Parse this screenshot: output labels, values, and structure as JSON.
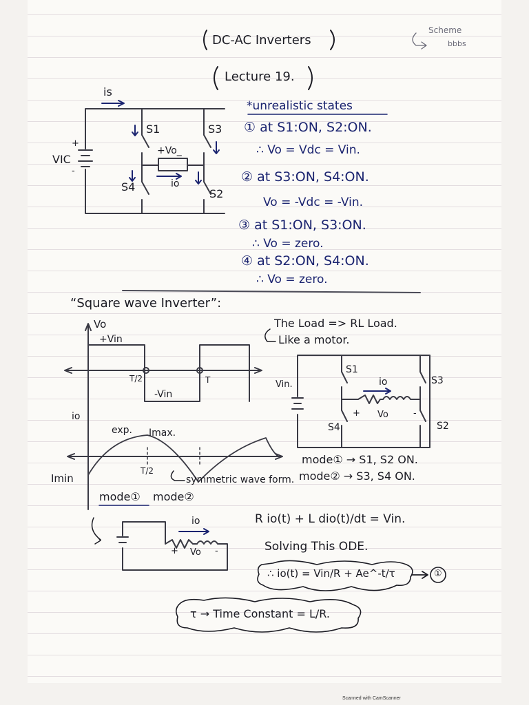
{
  "header": {
    "title": "DC-AC Inverters",
    "lecture": "Lecture 19.",
    "corner_note_line1": "Scheme",
    "corner_note_line2": "bbbs"
  },
  "circuit1": {
    "current_label": "is",
    "source_label": "VIC",
    "plus_sign": "+",
    "minus_sign": "-",
    "s1": "S1",
    "s2": "S2",
    "s3": "S3",
    "s4": "S4",
    "load_voltage": "+Vo_",
    "load_current": "io"
  },
  "states": {
    "heading": "*unrealistic states",
    "items": [
      {
        "line": "① at S1:ON, S2:ON.",
        "result": "∴ Vo = Vdc = Vin."
      },
      {
        "line": "② at S3:ON, S4:ON.",
        "result": "Vo = -Vdc = -Vin."
      },
      {
        "line": "③ at S1:ON, S3:ON.",
        "result": "∴ Vo = zero."
      },
      {
        "line": "④ at S2:ON, S4:ON.",
        "result": "∴ Vo = zero."
      }
    ]
  },
  "square_wave": {
    "heading": "“Square wave Inverter”:",
    "vo_axis": "Vo",
    "plus_vin": "+Vin",
    "minus_vin": "-Vin",
    "t_half": "T/2",
    "t_full": "T",
    "io_axis": "io",
    "exp_label": "exp.",
    "imax": "Imax.",
    "imin": "Imin",
    "t_half2": "T/2",
    "symmetric": "symmetric wave form."
  },
  "load_note": {
    "line1": "The Load => RL Load.",
    "line2": "Like a motor."
  },
  "circuit2": {
    "source": "Vin.",
    "s1": "S1",
    "s2": "S2",
    "s3": "S3",
    "s4": "S4",
    "current": "io",
    "plus": "+",
    "vo": "Vo",
    "minus": "-"
  },
  "modes": {
    "mode1": "mode① → S1, S2 ON.",
    "mode2": "mode② → S3, S4 ON.",
    "mode_label1": "mode①",
    "mode_label2": "mode②"
  },
  "circuit3": {
    "current": "io",
    "plus": "+",
    "vo": "Vo",
    "minus": "-"
  },
  "equations": {
    "ode": "R io(t) + L dio(t)/dt = Vin.",
    "solving": "Solving This ODE.",
    "solution": "∴ io(t) = Vin/R + Ae^-t/τ",
    "eq_number": "①",
    "time_constant": "τ → Time Constant = L/R."
  },
  "footer": {
    "scanner": "Scanned with CamScanner"
  }
}
